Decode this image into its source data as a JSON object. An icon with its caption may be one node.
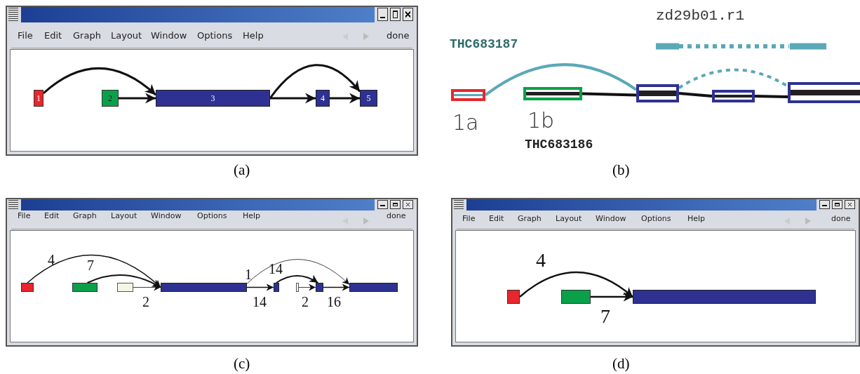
{
  "diagram": {
    "nodes": [
      {
        "text": [
          "1"
        ]
      },
      {
        "text": [
          "2"
        ]
      },
      {
        "text": [
          "3"
        ]
      },
      {
        "text": [
          "4"
        ]
      },
      {
        "text": [
          "5"
        ]
      },
      {
        "text": [],
        "shape": "box",
        "beside": [
          "1a"
        ]
      },
      {
        "text": [],
        "shape": "box",
        "beside": [
          "1b"
        ]
      },
      {
        "text": [],
        "shape": "box"
      },
      {
        "text": [],
        "shape": "box"
      },
      {
        "text": [],
        "shape": "box"
      },
      {
        "text": [],
        "shape": "box"
      },
      {
        "text": [],
        "shape": "box"
      },
      {
        "text": [],
        "shape": "box"
      },
      {
        "text": [],
        "shape": "box"
      },
      {
        "text": [],
        "shape": "box"
      },
      {
        "text": [],
        "shape": "box"
      },
      {
        "text": [],
        "shape": "box"
      },
      {
        "text": [],
        "shape": "box"
      },
      {
        "text": [],
        "shape": "box"
      },
      {
        "text": [],
        "shape": "box"
      },
      {
        "text": [],
        "shape": "box"
      }
    ],
    "edges": [
      {
        "from": 0,
        "to": 2,
        "arrow": "to"
      },
      {
        "from": 1,
        "to": 2,
        "arrow": "to"
      },
      {
        "from": 2,
        "to": 3,
        "arrow": "to"
      },
      {
        "from": 2,
        "to": 4,
        "arrow": "to"
      },
      {
        "from": 3,
        "to": 4,
        "arrow": "to"
      },
      {
        "from": 5,
        "to": 7,
        "arrow": "none",
        "color": "#5ba8b8"
      },
      {
        "from": 6,
        "to": 7,
        "arrow": "none"
      },
      {
        "from": 7,
        "to": 8,
        "arrow": "none"
      },
      {
        "from": 8,
        "to": 9,
        "arrow": "none"
      },
      {
        "from": 7,
        "to": 9,
        "arrow": "none",
        "style": "dashed",
        "color": "#5ba8b8"
      },
      {
        "from": 10,
        "to": 13,
        "arrow": "to",
        "label": "4"
      },
      {
        "from": 11,
        "to": 13,
        "arrow": "to",
        "label": "7"
      },
      {
        "from": 12,
        "to": 13,
        "arrow": "to",
        "label": "2"
      },
      {
        "from": 13,
        "to": 14,
        "arrow": "to",
        "label": "14"
      },
      {
        "from": 13,
        "to": 17,
        "arrow": "to",
        "label": "1"
      },
      {
        "from": 14,
        "to": 16,
        "arrow": "to",
        "label": "14"
      },
      {
        "from": 15,
        "to": 16,
        "arrow": "to",
        "label": "2"
      },
      {
        "from": 16,
        "to": 17,
        "arrow": "to",
        "label": "16"
      },
      {
        "from": 18,
        "to": 20,
        "arrow": "to",
        "label": "4"
      },
      {
        "from": 19,
        "to": 20,
        "arrow": "to",
        "label": "7"
      }
    ],
    "labels": [
      "File",
      "Edit",
      "Graph",
      "Layout",
      "Window",
      "Options",
      "Help",
      "done",
      "zd29b01.r1",
      "THC683187",
      "THC683186",
      "(a)",
      "(b)",
      "File",
      "Edit",
      "Graph",
      "Layout",
      "Window",
      "Options",
      "Help",
      "done",
      "File",
      "Edit",
      "Graph",
      "Layout",
      "Window",
      "Options",
      "Help",
      "done",
      "(c)",
      "(d)"
    ]
  }
}
